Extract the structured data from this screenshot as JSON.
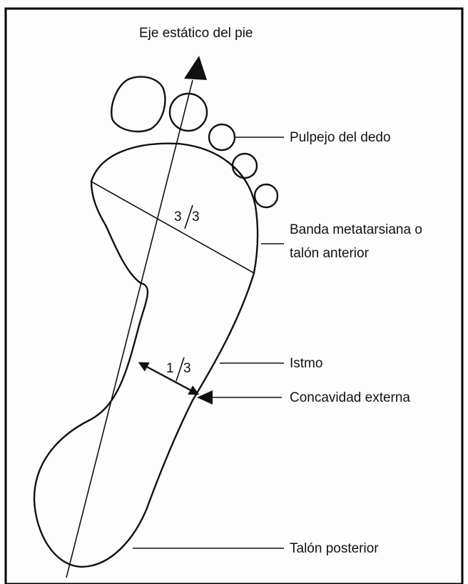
{
  "labels": {
    "axis": "Eje estático del pie",
    "pulpejo": "Pulpejo del dedo",
    "banda_line1": "Banda metatarsiana o",
    "banda_line2": "talón anterior",
    "istmo": "Istmo",
    "concavidad": "Concavidad externa",
    "talon_posterior": "Talón posterior"
  },
  "fractions": {
    "metatarsal": {
      "num": "3",
      "den": "3"
    },
    "isthmus": {
      "num": "1",
      "den": "3"
    }
  },
  "colors": {
    "ink": "#111111",
    "paper": "#fdfdfd",
    "frame": "#000000"
  }
}
